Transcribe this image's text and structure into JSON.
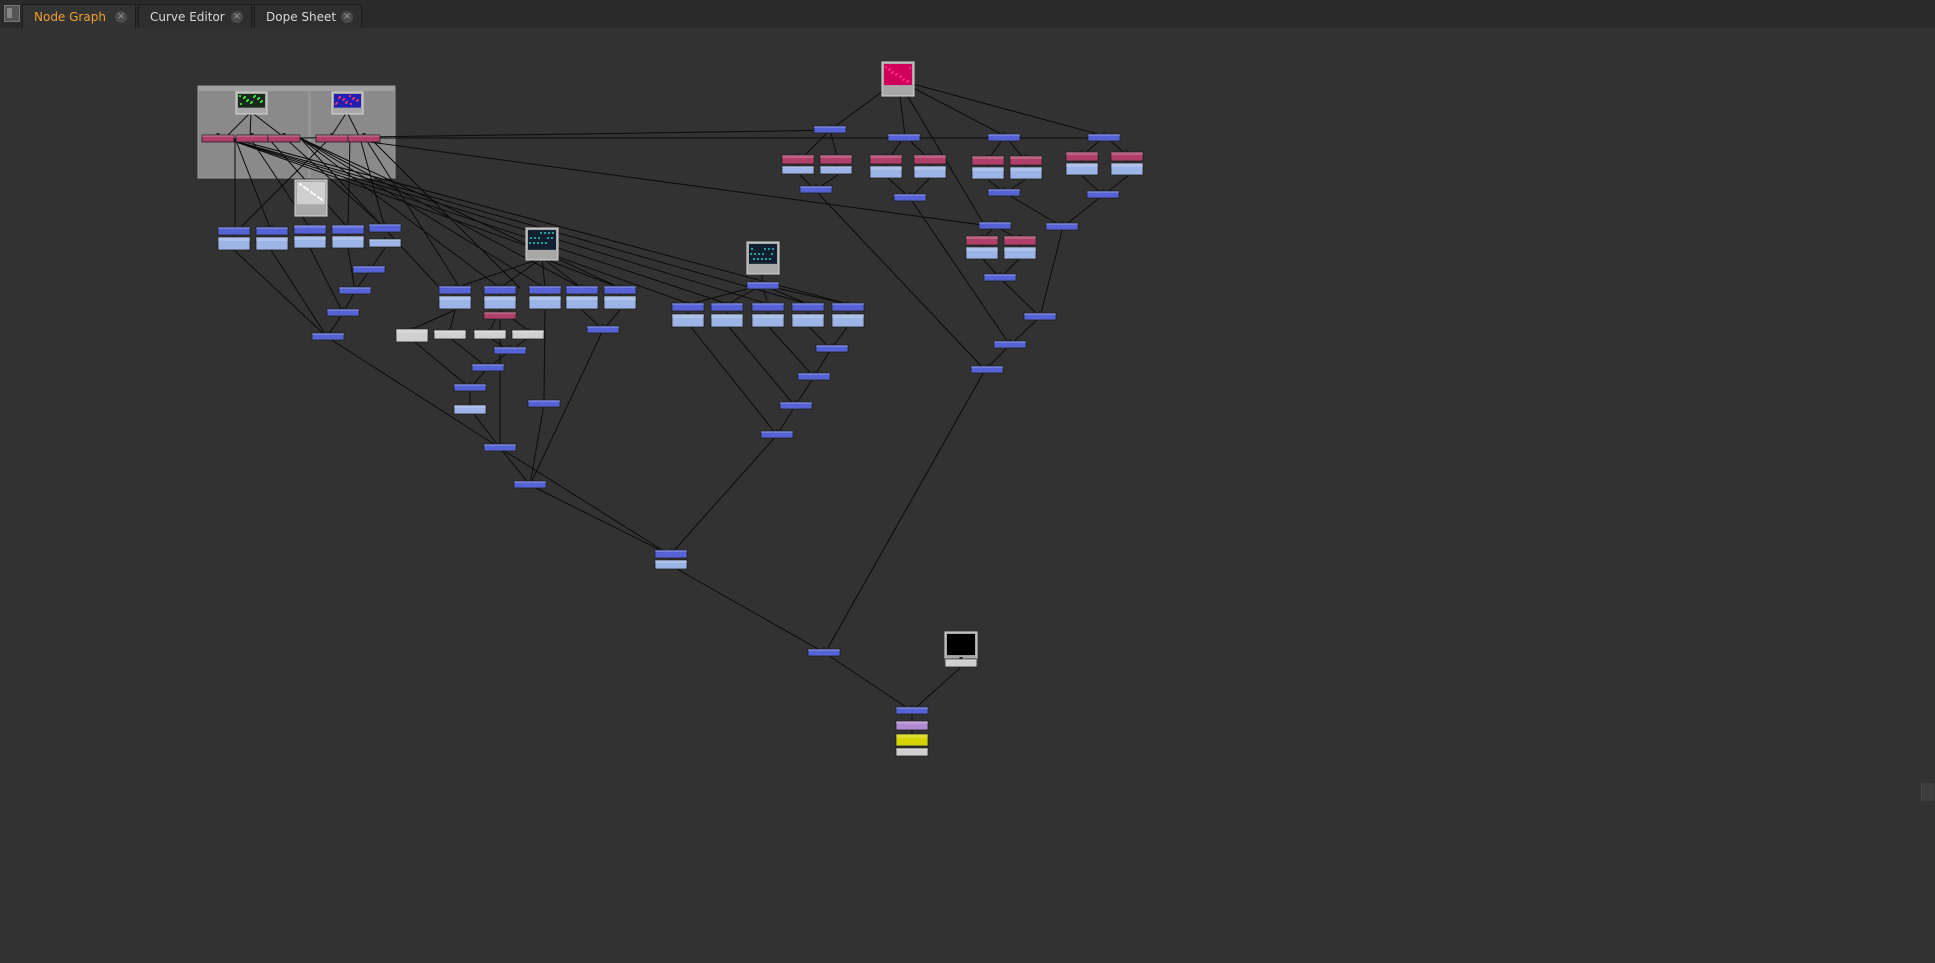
{
  "window": {
    "tabs": [
      {
        "label": "Node Graph",
        "active": true
      },
      {
        "label": "Curve Editor",
        "active": false
      },
      {
        "label": "Dope Sheet",
        "active": false
      }
    ],
    "close_glyph": "×"
  },
  "colors": {
    "background": "#323232",
    "tab_active_text": "#f0a030",
    "node_blue": "#5563d6",
    "node_light_blue": "#9db4e6",
    "node_magenta": "#b0406a",
    "node_white": "#d0d0d0",
    "node_yellow": "#d6d400",
    "node_lilac": "#b08ad0",
    "backdrop": "#8a8a8a",
    "edge": "#0b0b0b"
  },
  "icons": {
    "pane_menu": "pane-menu-icon",
    "tab_close": "close-icon"
  }
}
